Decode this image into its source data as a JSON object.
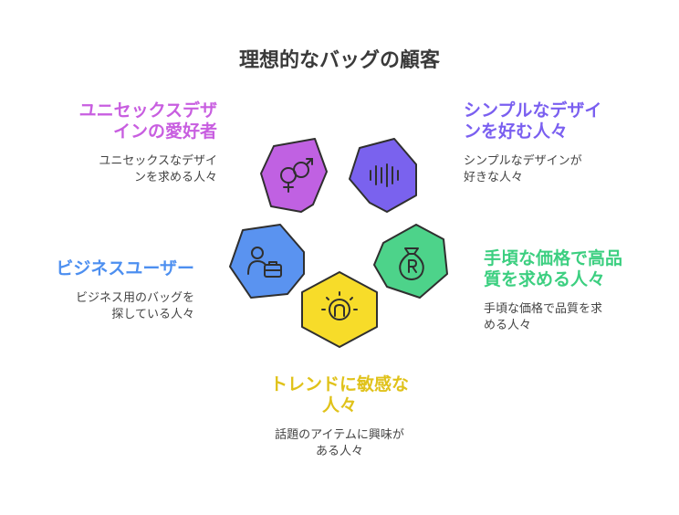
{
  "title": "理想的なバッグの顧客",
  "segments": [
    {
      "id": "unisex",
      "heading_line1": "ユニセックスデザ",
      "heading_line2": "インの愛好者",
      "desc_line1": "ユニセックスなデザイ",
      "desc_line2": "ンを求める人々",
      "color": "#c85ee0",
      "icon": "gender-icon"
    },
    {
      "id": "simple",
      "heading_line1": "シンプルなデザイ",
      "heading_line2": "ンを好む人々",
      "desc_line1": "シンプルなデザインが",
      "desc_line2": "好きな人々",
      "color": "#7a5ff0",
      "icon": "waveform-icon"
    },
    {
      "id": "business",
      "heading_line1": "ビジネスユーザー",
      "heading_line2": "",
      "desc_line1": "ビジネス用のバッグを",
      "desc_line2": "探している人々",
      "color": "#4d8ff0",
      "icon": "businessperson-icon"
    },
    {
      "id": "quality",
      "heading_line1": "手頃な価格で高品",
      "heading_line2": "質を求める人々",
      "desc_line1": "手頃な価格で品質を求",
      "desc_line2": "める人々",
      "color": "#3ccf80",
      "icon": "money-bag-icon"
    },
    {
      "id": "trend",
      "heading_line1": "トレンドに敏感な",
      "heading_line2": "人々",
      "desc_line1": "話題のアイテムに興味が",
      "desc_line2": "ある人々",
      "color": "#e0c21a",
      "icon": "lightbulb-icon"
    }
  ]
}
